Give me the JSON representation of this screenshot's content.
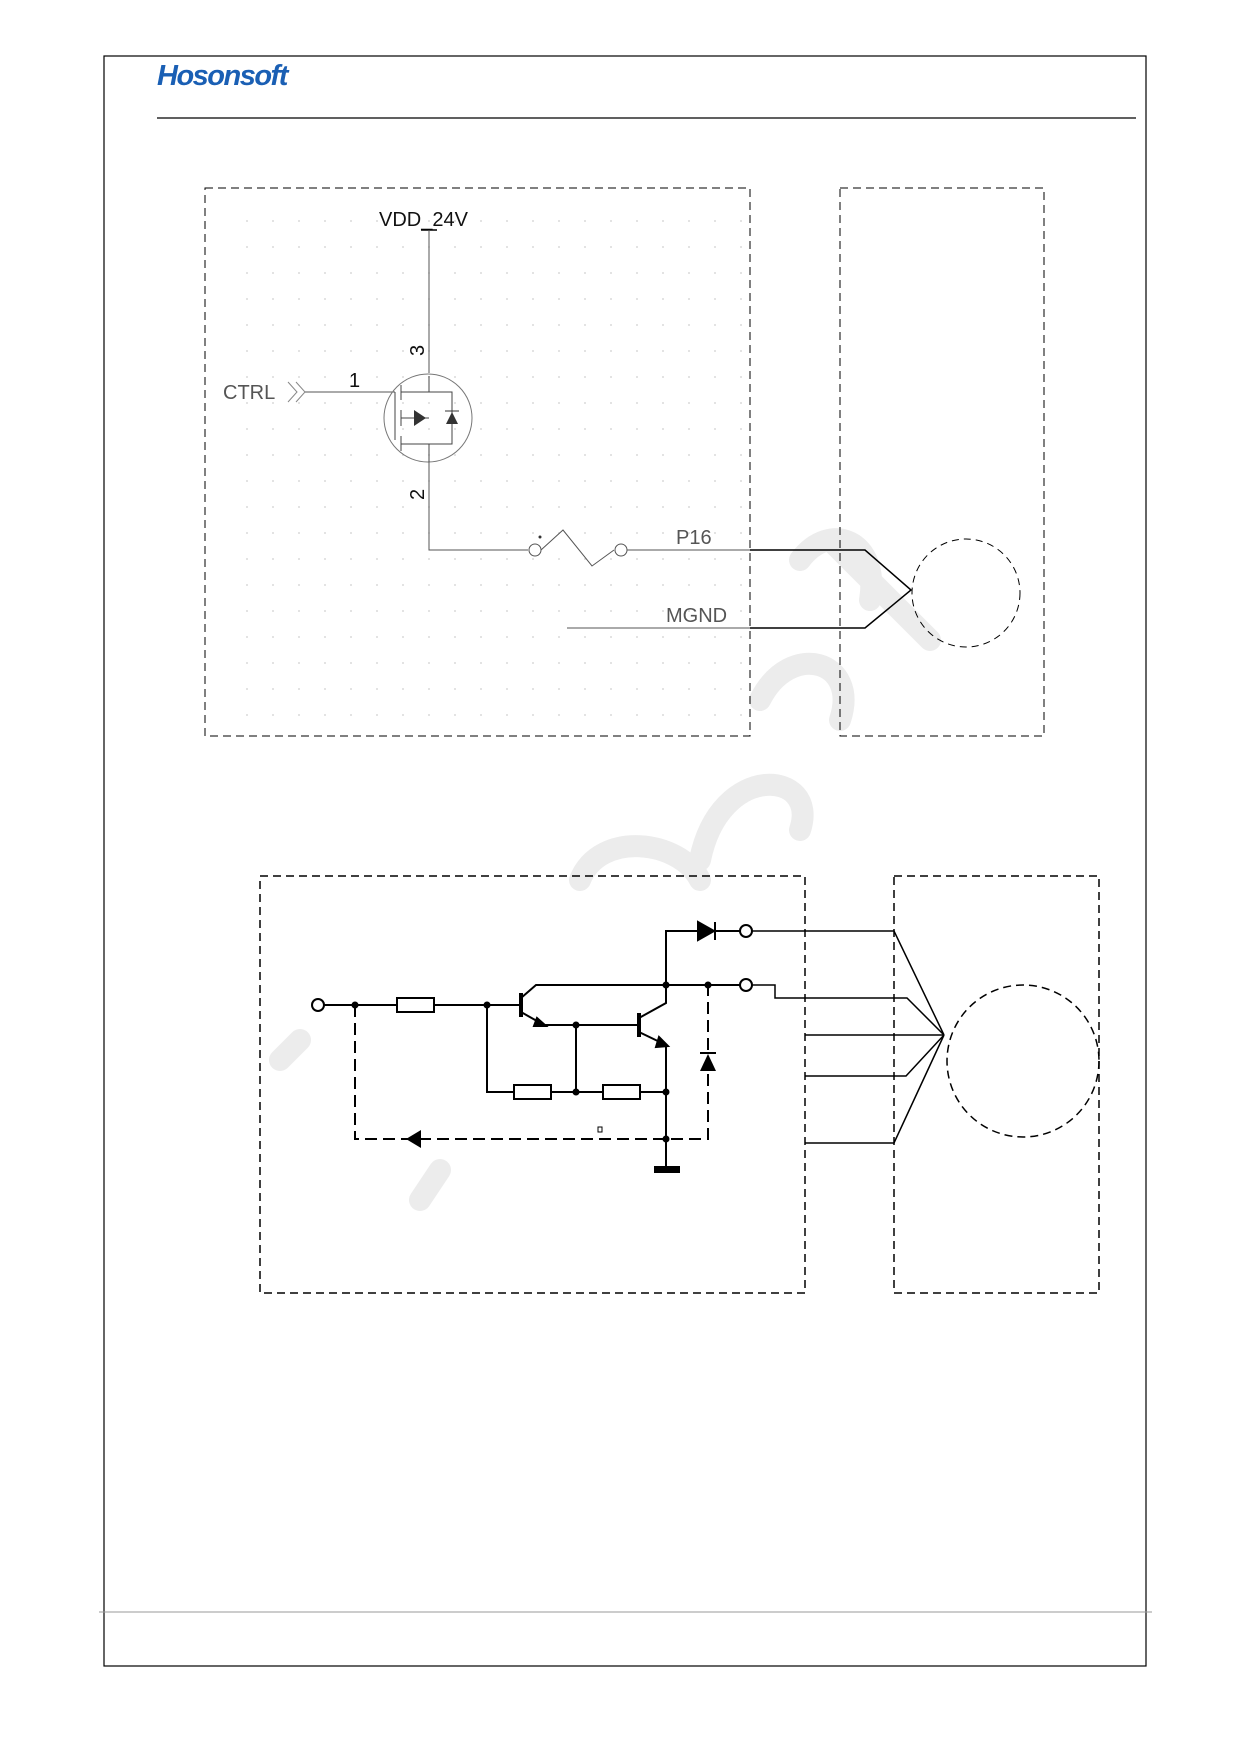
{
  "header": {
    "logo_text": "Hosonsoft"
  },
  "watermark": "Hosonsoft",
  "diagram1": {
    "supply_label": "VDD_24V",
    "input_label": "CTRL",
    "pin_gate": "1",
    "pin_source": "2",
    "pin_drain": "3",
    "output_label": "P16",
    "ground_label": "MGND"
  },
  "colors": {
    "logo": "#1a5fb4",
    "line": "#000000",
    "label": "#555555"
  }
}
